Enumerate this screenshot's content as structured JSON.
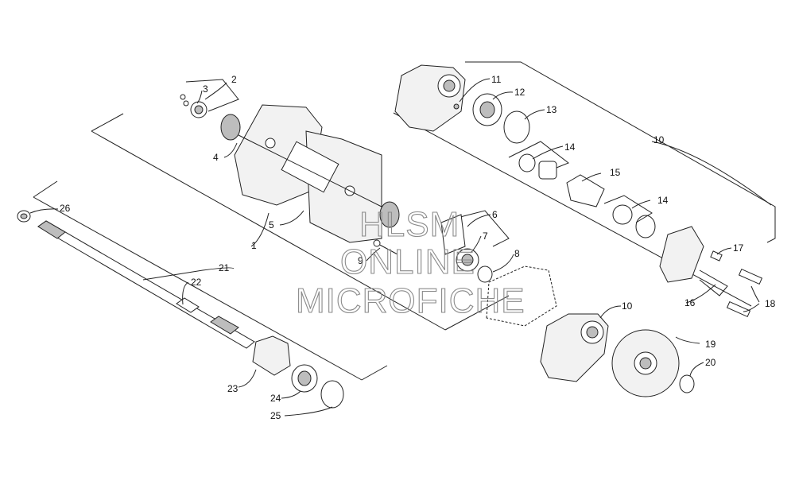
{
  "callouts": [
    "1",
    "2",
    "3",
    "4",
    "5",
    "6",
    "7",
    "8",
    "9",
    "10",
    "10",
    "11",
    "12",
    "13",
    "14",
    "14",
    "15",
    "16",
    "17",
    "18",
    "19",
    "20",
    "21",
    "22",
    "23",
    "24",
    "25",
    "26"
  ],
  "watermark": {
    "line1": "HLSM",
    "line2": "ONLINE",
    "line3": "MICROFICHE"
  }
}
